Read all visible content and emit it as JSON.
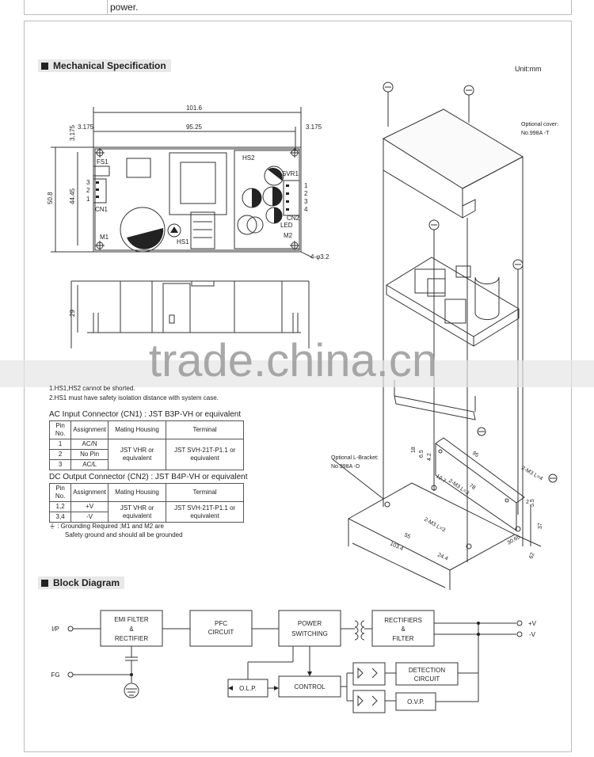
{
  "top_text": "power.",
  "mech_title": "Mechanical Specification",
  "unit": "Unit:mm",
  "dims": {
    "w_total": "101.6",
    "w_inner": "95.25",
    "left_off": "3.175",
    "right_off": "3.175",
    "h_total": "50.8",
    "h_inner": "44.45",
    "top_off": "3.175",
    "height": "29",
    "holes": "4-φ3.2"
  },
  "board_labels": {
    "fs1": "FS1",
    "cn1": "CN1",
    "m1": "M1",
    "hs1": "HS1",
    "hs2": "HS2",
    "svr1": "SVR1",
    "cn2": "CN2",
    "led": "LED",
    "m2": "M2",
    "cn1_pins": [
      "3",
      "2",
      "1"
    ],
    "cn2_pins": [
      "1",
      "2",
      "3",
      "4"
    ]
  },
  "iso": {
    "cover_label1": "Optional cover:",
    "cover_label2": "No.998A -T",
    "bracket_label1": "Optional L-Bracket:",
    "bracket_label2": "No.998A -D",
    "d18": "18",
    "d65": "6.5",
    "d42": "4.2",
    "d95": "95",
    "d78": "78",
    "d127": "12.7",
    "m3_1": "2-M3 L=3",
    "m3_2": "2-M3 L=4",
    "m3_3": "2-M3 L=3",
    "d2": "2",
    "d55a": "5.5",
    "d37": "37",
    "d55": "55",
    "d1034": "103.4",
    "d244": "24.4",
    "d3065": "30.65",
    "d62": "62"
  },
  "notes": {
    "n1": "1.HS1,HS2 cannot be shorted.",
    "n2": "2.HS1 must have safety isolation distance with system case."
  },
  "ac_table": {
    "title": "AC Input Connector (CN1) : JST B3P-VH or equivalent",
    "headers": [
      "Pin No.",
      "Assignment",
      "Mating Housing",
      "Terminal"
    ],
    "rows": [
      [
        "1",
        "AC/N"
      ],
      [
        "2",
        "No Pin"
      ],
      [
        "3",
        "AC/L"
      ]
    ],
    "housing": "JST VHR or equivalent",
    "terminal": "JST SVH-21T-P1.1 or equivalent"
  },
  "dc_table": {
    "title": "DC Output Connector (CN2) : JST B4P-VH or equivalent",
    "headers": [
      "Pin No.",
      "Assignment",
      "Mating Housing",
      "Terminal"
    ],
    "rows": [
      [
        "1,2",
        "+V"
      ],
      [
        "3,4",
        "-V"
      ]
    ],
    "housing": "JST VHR or equivalent",
    "terminal": "JST SVH-21T-P1.1 or equivalent"
  },
  "ground_note1": ": Grounding Required ;M1 and M2 are",
  "ground_note2": "Safety ground and should all be grounded",
  "block_title": "Block Diagram",
  "block": {
    "ip": "I/P",
    "fg": "FG",
    "emi1": "EMI FILTER",
    "emi2": "&",
    "emi3": "RECTIFIER",
    "pfc1": "PFC",
    "pfc2": "CIRCUIT",
    "ps1": "POWER",
    "ps2": "SWITCHING",
    "rf1": "RECTIFIERS",
    "rf2": "&",
    "rf3": "FILTER",
    "vp": "+V",
    "vn": "-V",
    "det1": "DETECTION",
    "det2": "CIRCUIT",
    "olp": "O.L.P.",
    "ctrl": "CONTROL",
    "ovp": "O.V.P."
  },
  "watermark": "trade.china.cn"
}
